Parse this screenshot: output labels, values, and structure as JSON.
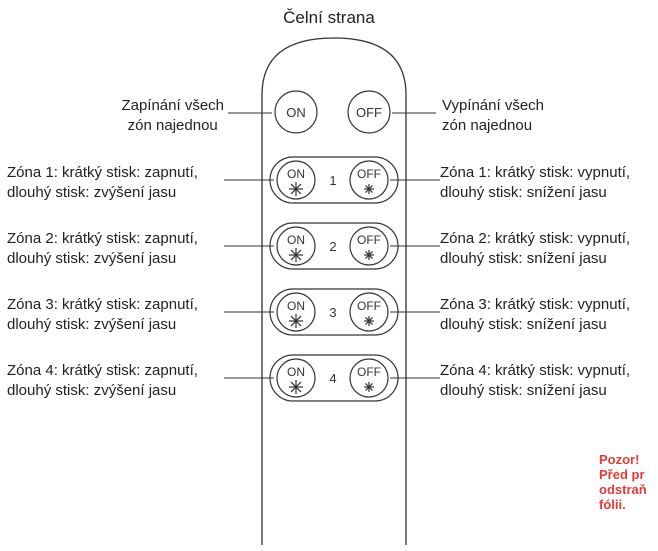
{
  "title": "Čelní strana",
  "top_row": {
    "on_button": "ON",
    "off_button": "OFF",
    "left_label": [
      "Zapínání všech",
      "zón najednou"
    ],
    "right_label": [
      "Vypínání všech",
      "zón najednou"
    ]
  },
  "zones": [
    {
      "number": "1",
      "on_label": "ON",
      "off_label": "OFF",
      "left_text": [
        "Zóna 1: krátký stisk: zapnutí,",
        "dlouhý stisk: zvýšení jasu"
      ],
      "right_text": [
        "Zóna 1: krátký stisk: vypnutí,",
        "dlouhý stisk: snížení jasu"
      ]
    },
    {
      "number": "2",
      "on_label": "ON",
      "off_label": "OFF",
      "left_text": [
        "Zóna 2: krátký stisk: zapnutí,",
        "dlouhý stisk: zvýšení jasu"
      ],
      "right_text": [
        "Zóna 2: krátký stisk: vypnutí,",
        "dlouhý stisk: snížení jasu"
      ]
    },
    {
      "number": "3",
      "on_label": "ON",
      "off_label": "OFF",
      "left_text": [
        "Zóna 3: krátký stisk: zapnutí,",
        "dlouhý stisk: zvýšení jasu"
      ],
      "right_text": [
        "Zóna 3: krátký stisk: vypnutí,",
        "dlouhý stisk: snížení jasu"
      ]
    },
    {
      "number": "4",
      "on_label": "ON",
      "off_label": "OFF",
      "left_text": [
        "Zóna 4: krátký stisk: zapnutí,",
        "dlouhý stisk: zvýšení jasu"
      ],
      "right_text": [
        "Zóna 4: krátký stisk: vypnutí,",
        "dlouhý stisk: snížení jasu"
      ]
    }
  ],
  "warning": {
    "lines": [
      "Pozor!",
      "Před pr",
      "odstraň",
      "fólii."
    ],
    "color": "#e53935"
  },
  "icons": {
    "brightness_up": "asterisk-large-icon",
    "brightness_down": "asterisk-small-icon"
  }
}
